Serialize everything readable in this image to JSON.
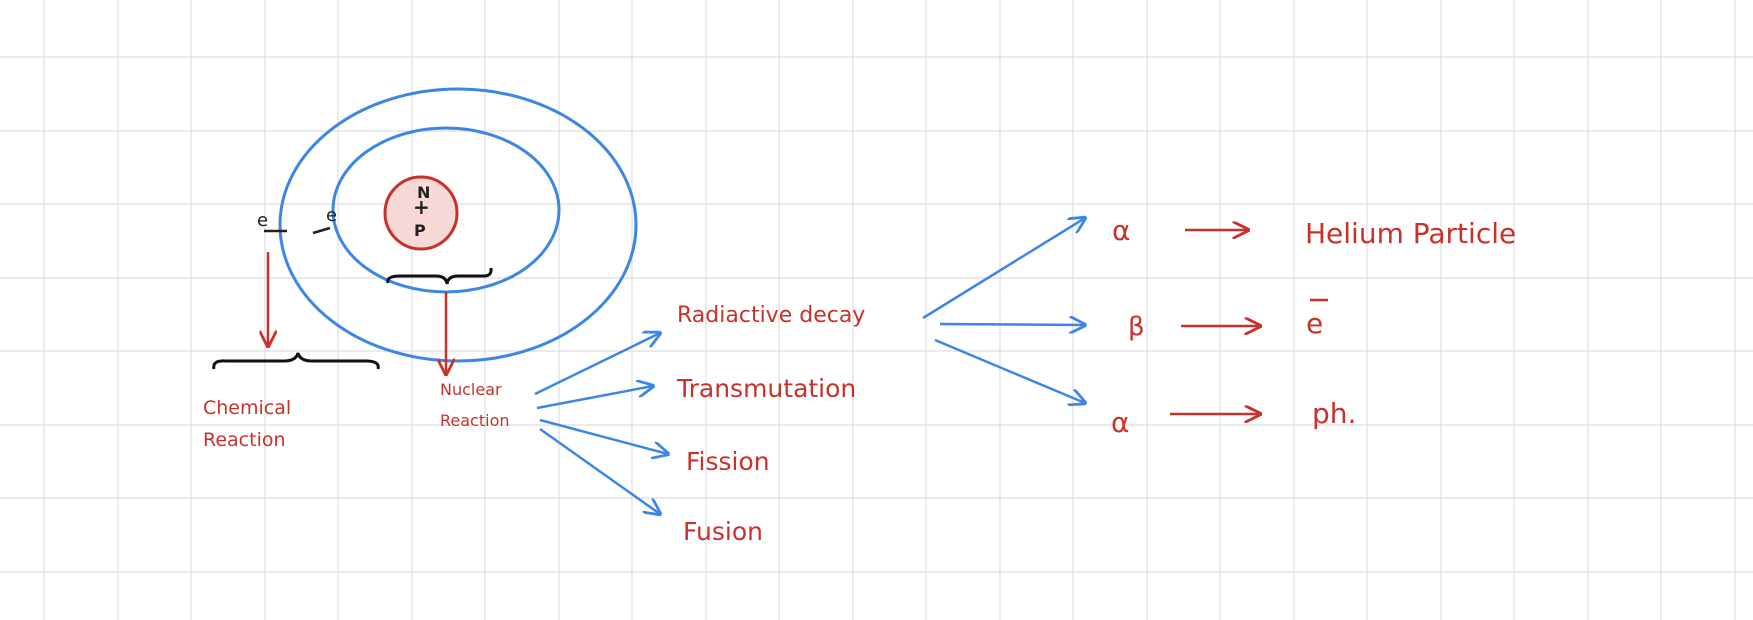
{
  "colors": {
    "red_ink": "#c8322a",
    "blue_ink": "#3d86e6",
    "grid_line": "#dedede",
    "nucleus_fill": "#f8d9d8"
  },
  "atom": {
    "nucleus_top": "N",
    "nucleus_middle": "+",
    "nucleus_bottom": "P",
    "electron_left": "e",
    "electron_right": "e"
  },
  "labels": {
    "chemical_line1": "Chemical",
    "chemical_line2": "Reaction",
    "nuclear_line1": "Nuclear",
    "nuclear_line2": "Reaction"
  },
  "nuclear_reactions": [
    "Radiactive decay",
    "Transmutation",
    "Fission",
    "Fusion"
  ],
  "decay_types": [
    {
      "symbol": "α",
      "result": "Helium Particle"
    },
    {
      "symbol": "β",
      "result": "e"
    },
    {
      "symbol": "α",
      "result": "ph."
    }
  ]
}
